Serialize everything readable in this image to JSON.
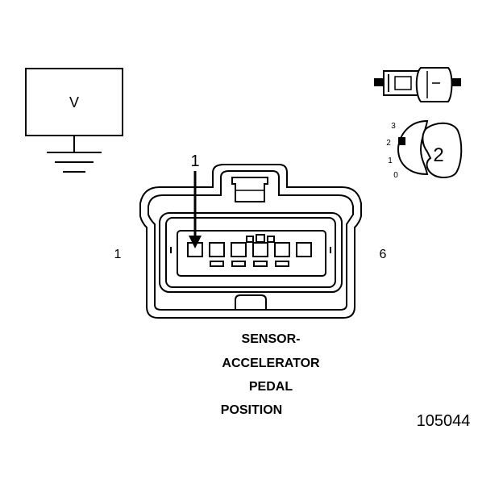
{
  "meter": {
    "label": "V"
  },
  "pointer_number": "1",
  "pin_labels": {
    "left": "1",
    "right": "6"
  },
  "view_number": "2",
  "scale_marks": [
    "3",
    "2",
    "1",
    "0"
  ],
  "caption_lines": [
    "SENSOR-",
    "ACCELERATOR",
    "PEDAL",
    "POSITION"
  ],
  "figure_id": "105044"
}
